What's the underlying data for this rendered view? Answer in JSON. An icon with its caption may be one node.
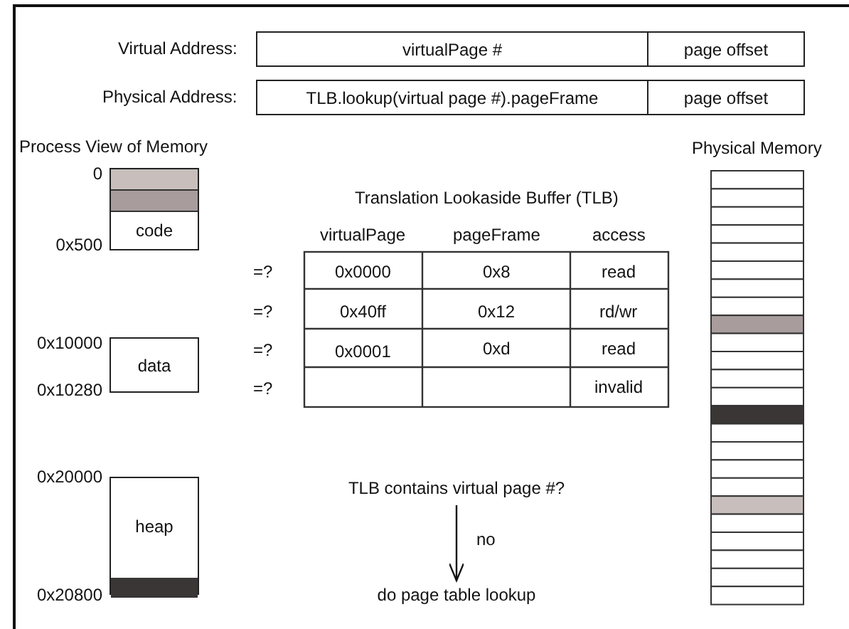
{
  "diagram": {
    "nodes": [
      {
        "text": [
          "virtualPage #"
        ]
      },
      {
        "text": [
          "page offset"
        ]
      },
      {
        "text": [
          "TLB.lookup(virtual page #).pageFrame"
        ]
      },
      {
        "text": [
          "page offset"
        ]
      },
      {
        "text": [
          "code"
        ],
        "beside": [
          "0",
          "0x500"
        ]
      },
      {
        "text": [
          "data"
        ],
        "beside": [
          "0x10000",
          "0x10280"
        ]
      },
      {
        "text": [
          "heap"
        ],
        "beside": [
          "0x20000",
          "0x20800"
        ]
      },
      {
        "text": [
          "TLB contains virtual page #?"
        ]
      },
      {
        "text": [
          "do page table lookup"
        ]
      }
    ],
    "edges": [
      {
        "from": 7,
        "to": 8,
        "arrow": "to",
        "label": "no"
      }
    ],
    "labels": [
      "Virtual Address:",
      "Physical Address:",
      "Process View of Memory",
      "Translation Lookaside Buffer (TLB)",
      "virtualPage",
      "pageFrame",
      "access",
      "=?",
      "0x0000",
      "0x8",
      "read",
      "=?",
      "0x40ff",
      "0x12",
      "rd/wr",
      "=?",
      "0x0001",
      "0xd",
      "read",
      "=?",
      "invalid",
      "Physical Memory"
    ]
  }
}
